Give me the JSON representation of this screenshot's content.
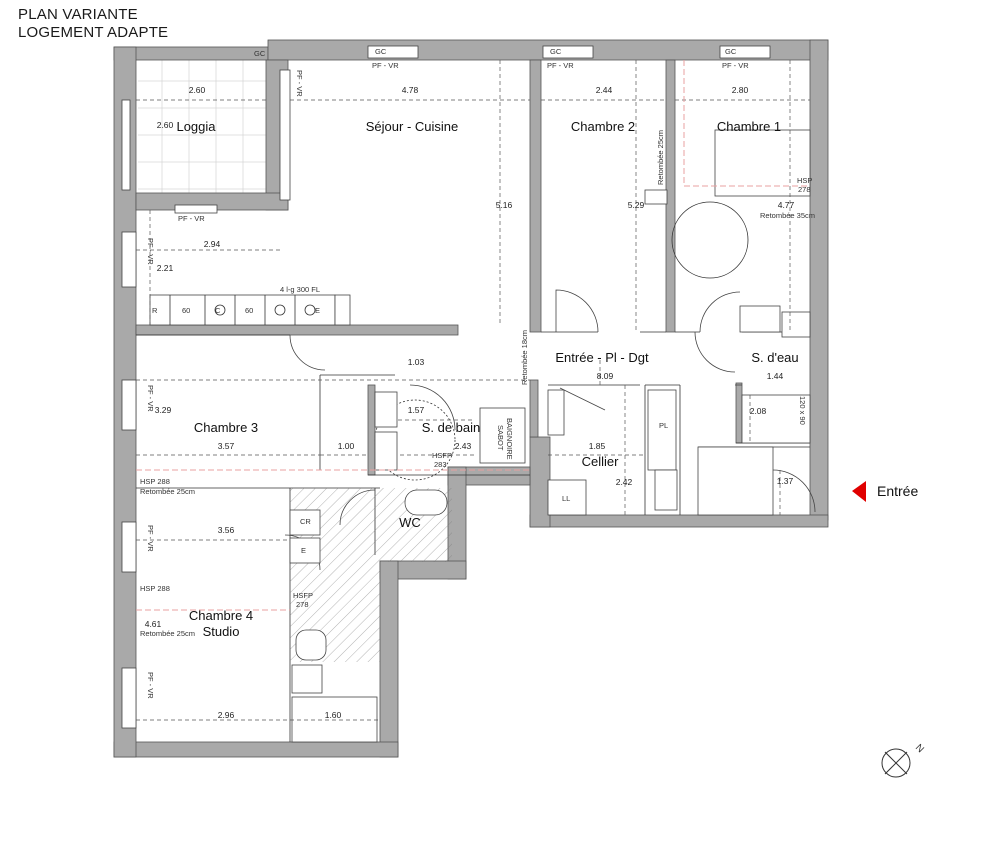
{
  "header": {
    "line1": "PLAN VARIANTE",
    "line2": "LOGEMENT ADAPTE"
  },
  "rooms": {
    "loggia": "Loggia",
    "sejour": "Séjour - Cuisine",
    "chambre2": "Chambre 2",
    "chambre1": "Chambre 1",
    "entree_dgt": "Entrée - Pl - Dgt",
    "sdeau": "S. d'eau",
    "chambre3": "Chambre 3",
    "sdebain": "S. de bain",
    "cellier": "Cellier",
    "wc": "WC",
    "chambre4": "Chambre 4",
    "studio": "Studio"
  },
  "dims": {
    "d260a": "2.60",
    "d260b": "2.60",
    "d478": "4.78",
    "d244": "2.44",
    "d280": "2.80",
    "d516": "5.16",
    "d529": "5.29",
    "d477": "4.77",
    "d294": "2.94",
    "d221": "2.21",
    "d103": "1.03",
    "d809": "8.09",
    "d144": "1.44",
    "d329": "3.29",
    "d357": "3.57",
    "d100": "1.00",
    "d157": "1.57",
    "d243": "2.43",
    "d185": "1.85",
    "d208": "2.08",
    "d242": "2.42",
    "d137": "1.37",
    "d356": "3.56",
    "d461": "4.61",
    "d296": "2.96",
    "d160": "1.60"
  },
  "notes": {
    "gc": "GC",
    "pfvr": "PF - VR",
    "pfvr2": "PF - VR",
    "kitchen": "4 l-g 300 FL",
    "k_r": "R",
    "k_60a": "60",
    "k_c": "C",
    "k_60b": "60",
    "k_e": "E",
    "hsp278": "HSP\n278",
    "hsp278_l1": "HSP",
    "hsp278_l2": "278",
    "retombee35": "Retombée 35cm",
    "retombee25_c2": "Retombée 25cm",
    "retombee18": "Retombée 18cm",
    "hsfp283_l1": "HSFP",
    "hsfp283_l2": "283",
    "baignoire_l1": "BAIGNOIRE",
    "baignoire_l2": "SABOT",
    "hsp288_a": "HSP 288",
    "retombee25_a": "Retombée 25cm",
    "hsp288_b": "HSP 288",
    "retombee25_b": "Retombée 25cm",
    "hsfp278_l1": "HSFP",
    "hsfp278_l2": "278",
    "cr": "CR",
    "e2": "E",
    "pl": "PL",
    "ll": "LL",
    "shower": "120 x 90"
  },
  "entrance": {
    "label": "Entrée",
    "color": "#e00000"
  },
  "compass": {
    "label": "N"
  }
}
